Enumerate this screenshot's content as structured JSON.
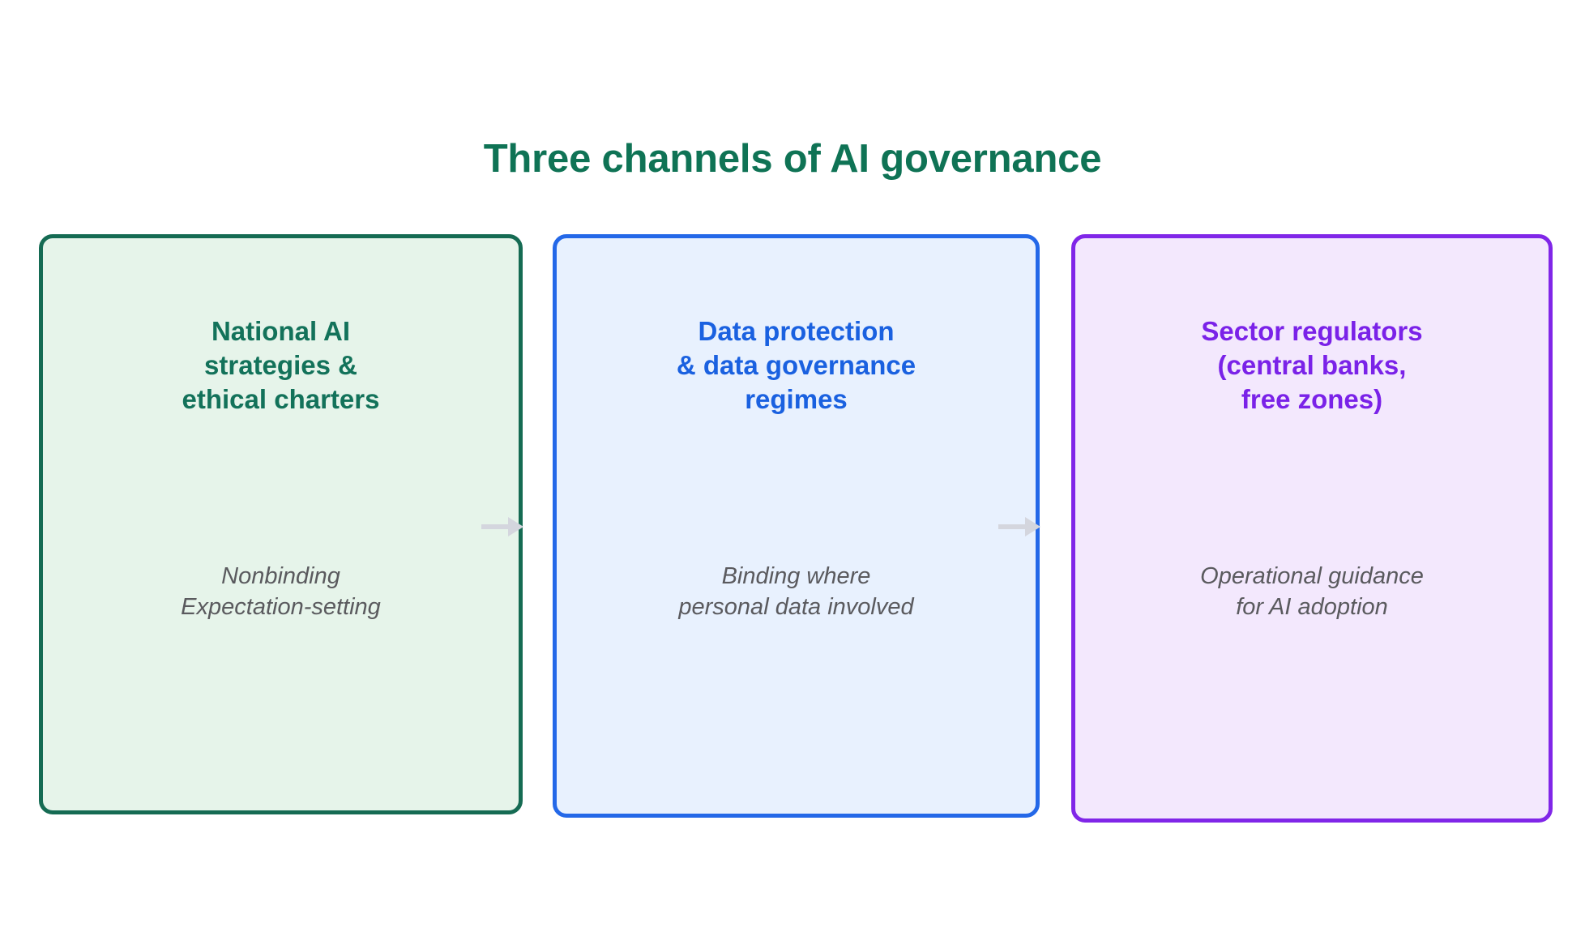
{
  "title": "Three channels of AI governance",
  "theme": {
    "title_color": "#0f7355",
    "background": "#ffffff",
    "note_color": "#5a5a5e",
    "arrow_color": "#d4d6de"
  },
  "channels": [
    {
      "id": "national-ai-strategies",
      "heading": "National AI\nstrategies &\nethical charters",
      "note": "Nonbinding\nExpectation-setting",
      "border_color": "#156b53",
      "fill_color": "#e6f4ea",
      "text_color": "#13725a"
    },
    {
      "id": "data-protection-regimes",
      "heading": "Data protection\n& data governance\nregimes",
      "note": "Binding where\npersonal data involved",
      "border_color": "#2468e8",
      "fill_color": "#e8f1fe",
      "text_color": "#1a61e0"
    },
    {
      "id": "sector-regulators",
      "heading": "Sector regulators\n(central banks,\nfree zones)",
      "note": "Operational guidance\nfor AI adoption",
      "border_color": "#8026e8",
      "fill_color": "#f3e8fd",
      "text_color": "#7a22e8"
    }
  ],
  "connectors": [
    {
      "id": "arrow-1",
      "from": "national-ai-strategies",
      "to": "data-protection-regimes",
      "direction": "right"
    },
    {
      "id": "arrow-2",
      "from": "data-protection-regimes",
      "to": "sector-regulators",
      "direction": "right"
    }
  ]
}
